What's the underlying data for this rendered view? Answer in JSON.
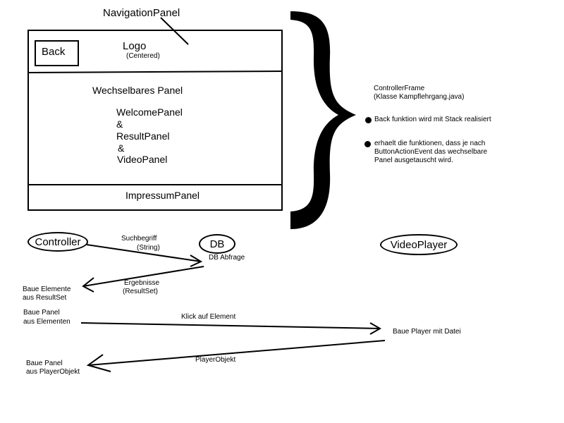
{
  "frame": {
    "navigation_label": "NavigationPanel",
    "back_label": "Back",
    "logo_label": "Logo",
    "logo_note": "(Centered)",
    "switchable_label": "Wechselbares Panel",
    "panels": [
      "WelcomePanel",
      "&",
      "ResultPanel",
      "&",
      "VideoPanel"
    ],
    "impressum_label": "ImpressumPanel"
  },
  "notes": {
    "title_line1": "ControllerFrame",
    "title_line2": "(Klasse Kampflehrgang.java)",
    "bullet1": "Back funktion wird mit Stack realisiert",
    "bullet2_line1": "erhaelt die funktionen, dass je nach",
    "bullet2_line2": "ButtonActionEvent das wechselbare",
    "bullet2_line3": "Panel ausgetauscht wird."
  },
  "flow": {
    "controller": "Controller",
    "db": "DB",
    "videoplayer": "VideoPlayer",
    "search_line1": "Suchbegriff",
    "search_line2": "(String)",
    "db_query": "DB Abfrage",
    "result_line1": "Ergebnisse",
    "result_line2": "(ResultSet)",
    "build_elements_line1": "Baue Elemente",
    "build_elements_line2": "aus ResultSet",
    "build_panel_line1": "Baue Panel",
    "build_panel_line2": "aus Elementen",
    "click_label": "Klick auf Element",
    "build_player": "Baue Player mit Datei",
    "player_object": "PlayerObjekt",
    "build_panel2_line1": "Baue Panel",
    "build_panel2_line2": "aus PlayerObjekt"
  }
}
